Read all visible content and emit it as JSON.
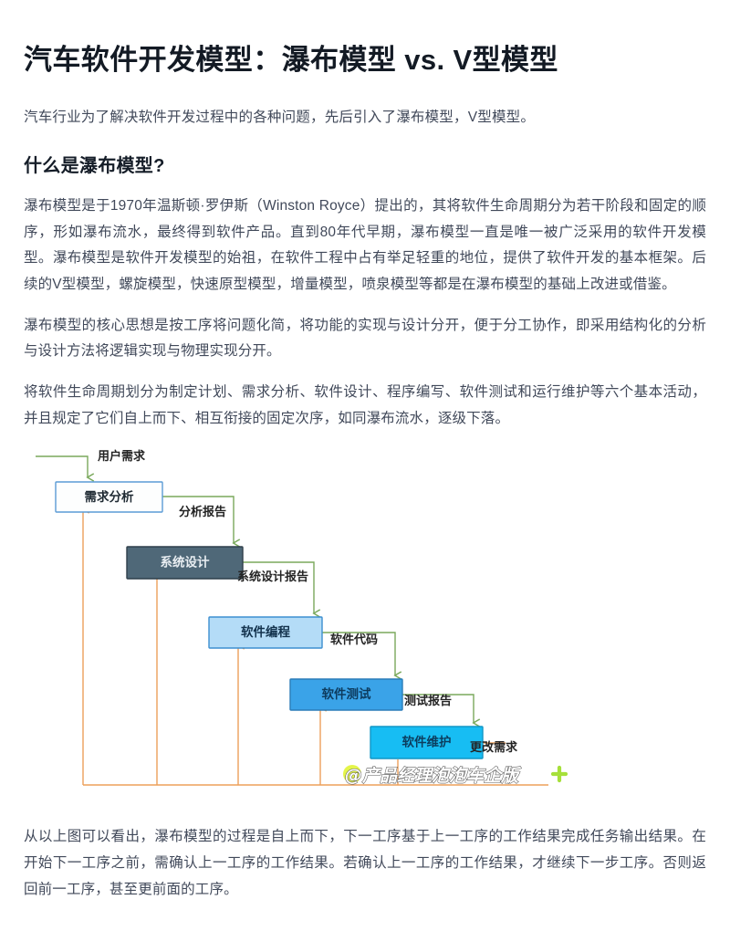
{
  "article": {
    "title": "汽车软件开发模型：瀑布模型 vs. V型模型",
    "lede": "汽车行业为了解决软件开发过程中的各种问题，先后引入了瀑布模型，V型模型。",
    "section_heading": "什么是瀑布模型?",
    "paragraphs": [
      "瀑布模型是于1970年温斯顿·罗伊斯（Winston Royce）提出的，其将软件生命周期分为若干阶段和固定的顺序，形如瀑布流水，最终得到软件产品。直到80年代早期，瀑布模型一直是唯一被广泛采用的软件开发模型。瀑布模型是软件开发模型的始祖，在软件工程中占有举足轻重的地位，提供了软件开发的基本框架。后续的V型模型，螺旋模型，快速原型模型，增量模型，喷泉模型等都是在瀑布模型的基础上改进或借鉴。",
      "瀑布模型的核心思想是按工序将问题化简，将功能的实现与设计分开，便于分工协作，即采用结构化的分析与设计方法将逻辑实现与物理实现分开。",
      "将软件生命周期划分为制定计划、需求分析、软件设计、程序编写、软件测试和运行维护等六个基本活动，并且规定了它们自上而下、相互衔接的固定次序，如同瀑布流水，逐级下落。"
    ],
    "closing": "从以上图可以看出，瀑布模型的过程是自上而下，下一工序基于上一工序的工作结果完成任务输出结果。在开始下一工序之前，需确认上一工序的工作结果。若确认上一工序的工作结果，才继续下一步工序。否则返回前一工序，甚至更前面的工序。"
  },
  "figure": {
    "name": "waterfall-model-diagram",
    "boxes": [
      {
        "id": "requirements-analysis",
        "label": "需求分析",
        "fill": "#fdfefe",
        "stroke": "#5b9bd5",
        "text_color": "#1f2a33"
      },
      {
        "id": "system-design",
        "label": "系统设计",
        "fill": "#4f6878",
        "stroke": "#2f3f4a",
        "text_color": "#e9eef2"
      },
      {
        "id": "software-programming",
        "label": "软件编程",
        "fill": "#b4dcf7",
        "stroke": "#3d8fd0",
        "text_color": "#12324d"
      },
      {
        "id": "software-testing",
        "label": "软件测试",
        "fill": "#3aa3e8",
        "stroke": "#2a7cb8",
        "text_color": "#0d3b5e"
      },
      {
        "id": "software-maintenance",
        "label": "软件维护",
        "fill": "#17bdf3",
        "stroke": "#1196c6",
        "text_color": "#0c3d5e"
      }
    ],
    "edge_labels": [
      {
        "id": "user-requirements",
        "text": "用户需求"
      },
      {
        "id": "analysis-report",
        "text": "分析报告"
      },
      {
        "id": "system-design-report",
        "text": "系统设计报告"
      },
      {
        "id": "software-code",
        "text": "软件代码"
      },
      {
        "id": "test-report",
        "text": "测试报告"
      },
      {
        "id": "change-requirements",
        "text": "更改需求"
      }
    ],
    "watermark": "@产品经理泡泡车企版",
    "colors": {
      "flow_arrow": "#7aa95c",
      "feedback_line": "#eda05a",
      "plus_mark": "#a6e03a",
      "watermark_badge": "#e4f54a"
    }
  }
}
